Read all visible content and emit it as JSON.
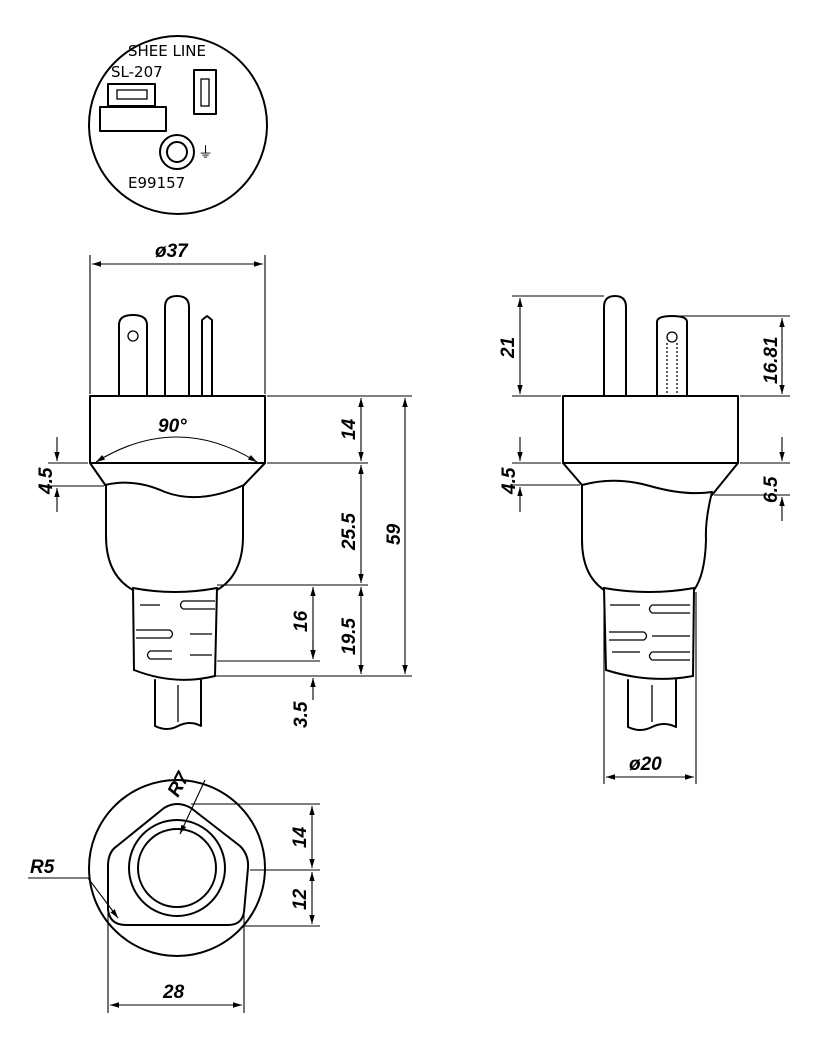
{
  "face_marking": {
    "brand": "SHEE LINE",
    "model": "SL-207",
    "cert": "E99157",
    "ground_symbol": "⏚"
  },
  "front_view": {
    "diameter": "ø37",
    "angle": "90°",
    "d_14": "14",
    "d_25_5": "25.5",
    "d_59": "59",
    "d_16": "16",
    "d_19_5": "19.5",
    "d_3_5": "3.5",
    "d_4_5": "4.5"
  },
  "side_view": {
    "d_21": "21",
    "d_16_81": "16.81",
    "d_4_5": "4.5",
    "d_6_5": "6.5",
    "diameter": "ø20"
  },
  "bottom_view": {
    "r7": "R7",
    "r5": "R5",
    "d_14": "14",
    "d_12": "12",
    "d_28": "28"
  }
}
